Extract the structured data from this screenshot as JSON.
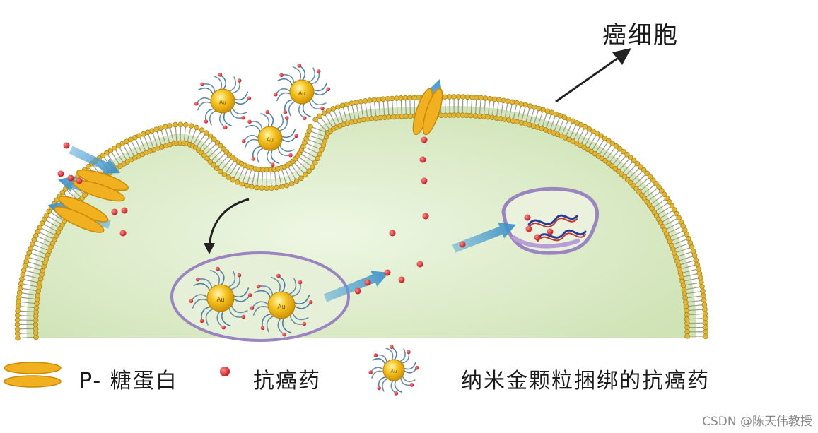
{
  "title": "癌细胞",
  "legend": {
    "pgp_label": "P- 糖蛋白",
    "drug_label": "抗癌药",
    "nano_label": "纳米金颗粒捆绑的抗癌药"
  },
  "particle_core_text": "Au",
  "watermark": "CSDN @陈天伟教授",
  "colors": {
    "membrane": "#c9a43a",
    "cytoplasm": "#dfeecb",
    "pgp": "#f0b020",
    "drug": "#d81f26",
    "arrow": "#5aa7d6",
    "vesicle": "#9b85c0",
    "dna": "#2b3b9a"
  }
}
